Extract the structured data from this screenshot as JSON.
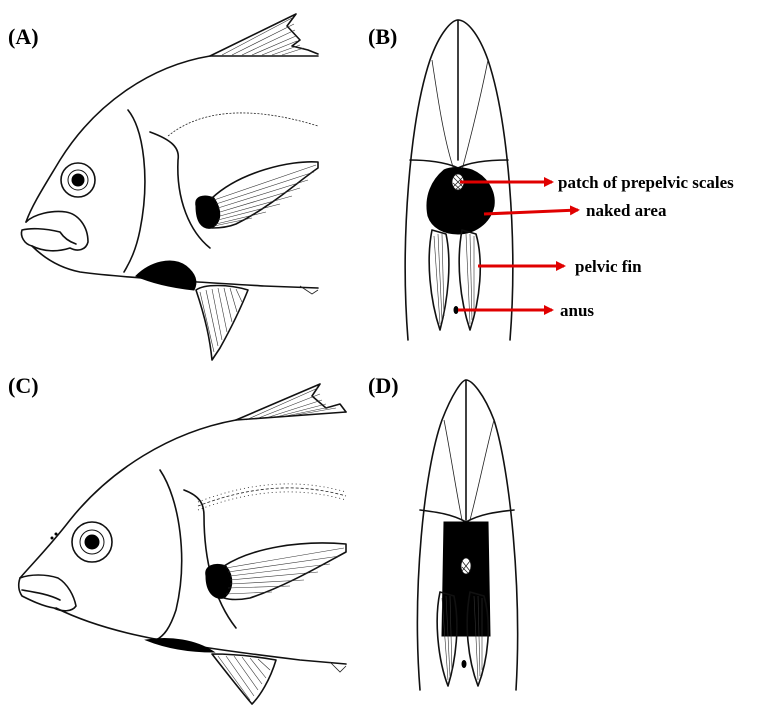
{
  "panels": [
    {
      "id": "A",
      "label": "(A)"
    },
    {
      "id": "B",
      "label": "(B)"
    },
    {
      "id": "C",
      "label": "(C)"
    },
    {
      "id": "D",
      "label": "(D)"
    }
  ],
  "annotations": [
    {
      "text": "patch of prepelvic scales"
    },
    {
      "text": "naked area"
    },
    {
      "text": "pelvic fin"
    },
    {
      "text": "anus"
    }
  ],
  "colors": {
    "arrow": "#e00000",
    "ink": "#000000",
    "background": "#ffffff"
  }
}
